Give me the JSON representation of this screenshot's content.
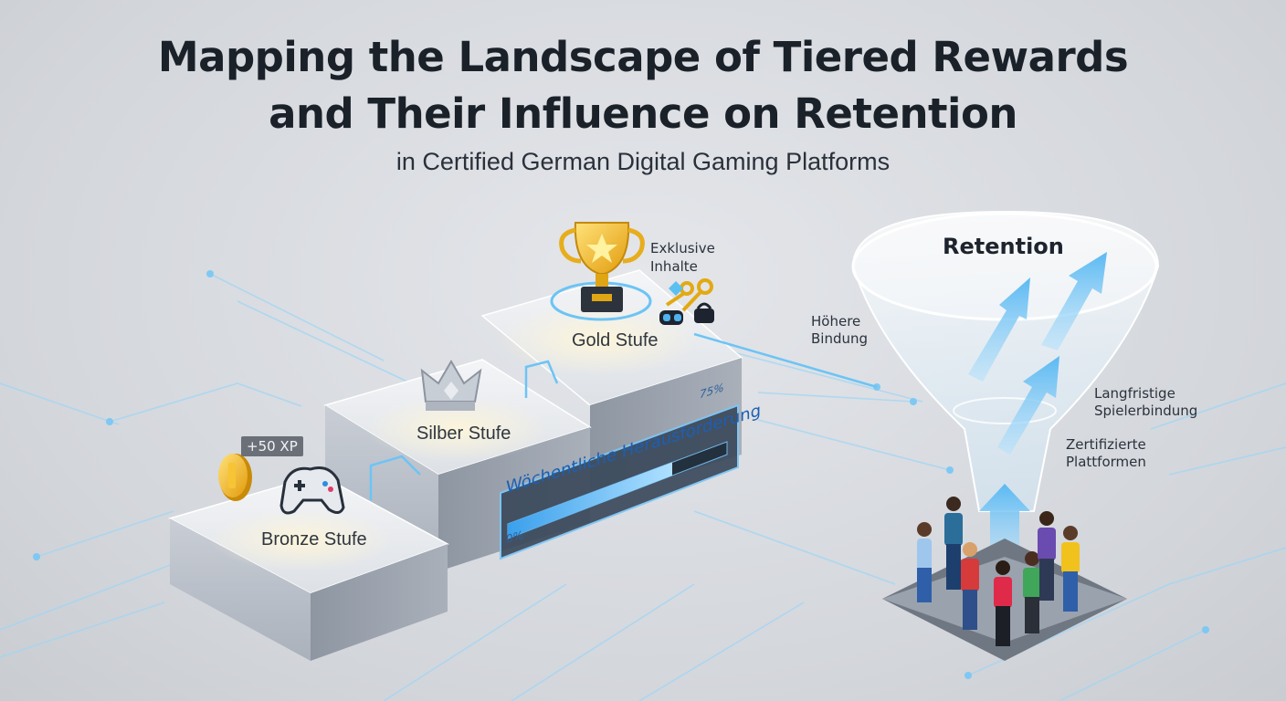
{
  "header": {
    "title_line1": "Mapping the Landscape of Tiered Rewards",
    "title_line2": "and Their Influence on Retention",
    "subtitle": "in Certified German Digital Gaming Platforms"
  },
  "tiers": {
    "bronze": {
      "label": "Bronze Stufe",
      "badge": "+50 XP"
    },
    "silver": {
      "label": "Silber Stufe"
    },
    "gold": {
      "label": "Gold Stufe",
      "reward_line1": "Exklusive",
      "reward_line2": "Inhalte"
    }
  },
  "challenge": {
    "label": "Wöchentliche Herausforderung",
    "start": "0%",
    "end": "75%",
    "progress": 0.75
  },
  "funnel": {
    "title": "Retention",
    "labels": {
      "higher_line1": "Höhere",
      "higher_line2": "Bindung",
      "longterm_line1": "Langfristige",
      "longterm_line2": "Spielerbindung",
      "certified_line1": "Zertifizierte",
      "certified_line2": "Plattformen"
    }
  },
  "icons": {
    "coin": "coin-icon",
    "controller": "gamepad-icon",
    "crown": "crown-icon",
    "trophy": "trophy-icon",
    "keys": "key-icon",
    "vr": "vr-headset-icon",
    "people": "player-figure-icon"
  },
  "colors": {
    "background": "#d6d9de",
    "accent_blue": "#5ab8f0",
    "circuit": "#8fd0f5",
    "gold": "#f2b51c",
    "text_dark": "#1a2129"
  }
}
